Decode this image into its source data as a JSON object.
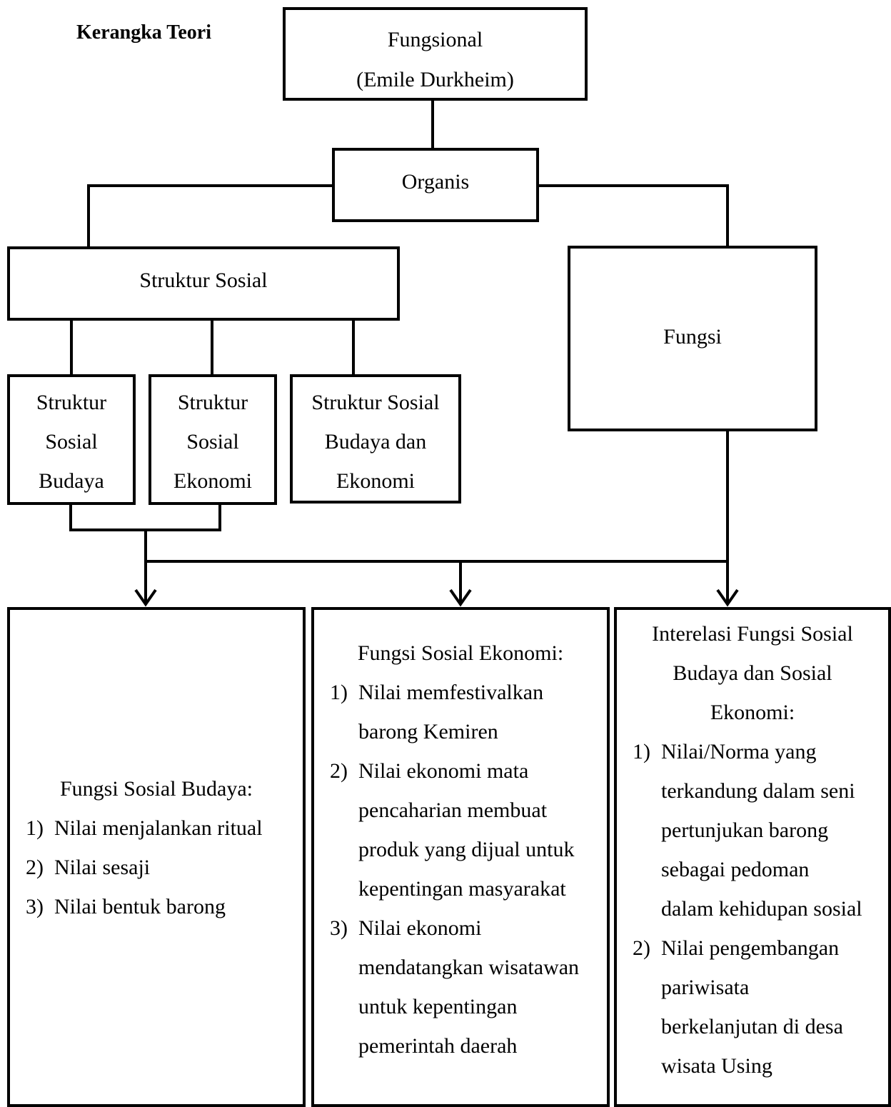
{
  "title": "Kerangka Teori",
  "root": {
    "line1": "Fungsional",
    "line2": "(Emile Durkheim)"
  },
  "organis": "Organis",
  "struktur_sosial": "Struktur Sosial",
  "fungsi": "Fungsi",
  "sub_boxes": [
    {
      "lines": [
        "Struktur",
        "Sosial",
        "Budaya"
      ]
    },
    {
      "lines": [
        "Struktur",
        "Sosial",
        "Ekonomi"
      ]
    },
    {
      "lines": [
        "Struktur Sosial",
        "Budaya dan",
        "Ekonomi"
      ]
    }
  ],
  "bottom_boxes": [
    {
      "heading": [
        "Fungsi Sosial Budaya:"
      ],
      "items": [
        {
          "num": "1)",
          "lines": [
            "Nilai menjalankan ritual"
          ]
        },
        {
          "num": "2)",
          "lines": [
            "Nilai sesaji"
          ]
        },
        {
          "num": "3)",
          "lines": [
            "Nilai bentuk barong"
          ]
        }
      ]
    },
    {
      "heading": [
        "Fungsi Sosial Ekonomi:"
      ],
      "items": [
        {
          "num": "1)",
          "lines": [
            "Nilai memfestivalkan",
            "barong Kemiren"
          ]
        },
        {
          "num": "2)",
          "lines": [
            "Nilai ekonomi mata",
            "pencaharian membuat",
            "produk yang dijual untuk",
            "kepentingan masyarakat"
          ]
        },
        {
          "num": "3)",
          "lines": [
            "Nilai ekonomi",
            "mendatangkan wisatawan",
            "untuk kepentingan",
            "pemerintah daerah"
          ]
        }
      ]
    },
    {
      "heading": [
        "Interelasi Fungsi Sosial",
        "Budaya dan Sosial",
        "Ekonomi:"
      ],
      "items": [
        {
          "num": "1)",
          "lines": [
            "Nilai/Norma yang",
            "terkandung dalam seni",
            "pertunjukan barong",
            "sebagai pedoman",
            "dalam kehidupan sosial"
          ]
        },
        {
          "num": "2)",
          "lines": [
            "Nilai pengembangan",
            "pariwisata",
            "berkelanjutan di desa",
            "wisata Using"
          ]
        }
      ]
    }
  ]
}
